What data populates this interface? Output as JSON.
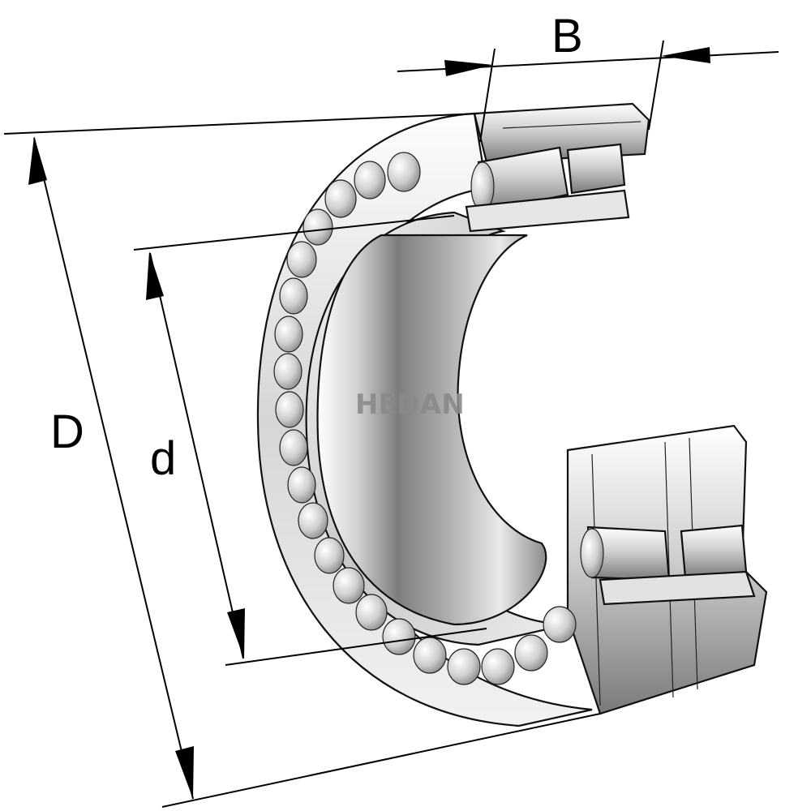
{
  "labels": {
    "width": "B",
    "outer_diameter": "D",
    "bore_diameter": "d"
  },
  "watermark": "HEDAN"
}
